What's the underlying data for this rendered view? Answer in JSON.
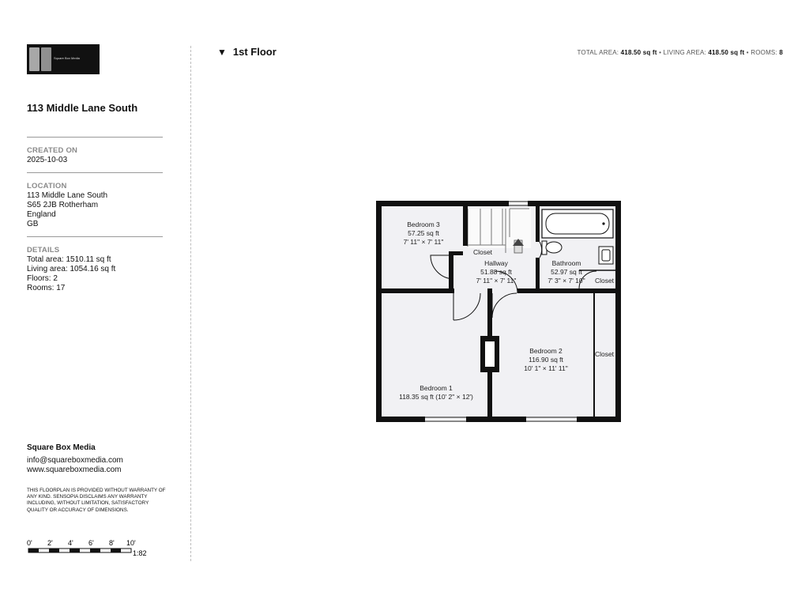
{
  "sidebar": {
    "logo_text": "Square Box Media",
    "address_title": "113 Middle Lane South",
    "created": {
      "label": "CREATED ON",
      "value": "2025-10-03"
    },
    "location": {
      "label": "LOCATION",
      "lines": [
        "113 Middle Lane South",
        "S65 2JB Rotherham",
        "England",
        "GB"
      ]
    },
    "details": {
      "label": "DETAILS",
      "lines": [
        "Total area: 1510.11 sq ft",
        "Living area: 1054.16 sq ft",
        "Floors: 2",
        "Rooms: 17"
      ]
    },
    "company": {
      "name": "Square Box Media",
      "email": "info@squareboxmedia.com",
      "website": "www.squareboxmedia.com"
    },
    "disclaimer": "THIS FLOORPLAN IS PROVIDED WITHOUT WARRANTY OF ANY KIND. SENSOPIA DISCLAIMS ANY WARRANTY INCLUDING, WITHOUT LIMITATION, SATISFACTORY QUALITY OR ACCURACY OF DIMENSIONS.",
    "scale": {
      "ticks": [
        "0'",
        "2'",
        "4'",
        "6'",
        "8'",
        "10'"
      ],
      "ratio": "1:82"
    }
  },
  "header": {
    "floor_toggle": "▼",
    "floor_name": "1st Floor",
    "total_area_label": "TOTAL AREA:",
    "total_area_value": "418.50 sq ft",
    "living_area_label": "LIVING AREA:",
    "living_area_value": "418.50 sq ft",
    "rooms_label": "ROOMS:",
    "rooms_value": "8",
    "separator": "•"
  },
  "rooms": {
    "bedroom3": {
      "name": "Bedroom 3",
      "area": "57.25 sq ft",
      "dims": "7' 11\" × 7' 11\""
    },
    "hallway": {
      "name": "Hallway",
      "area": "51.88 sq ft",
      "dims": "7' 11\" × 7' 11\""
    },
    "bathroom": {
      "name": "Bathroom",
      "area": "52.97 sq ft",
      "dims": "7' 3\" × 7' 10\""
    },
    "bedroom2": {
      "name": "Bedroom 2",
      "area": "116.90 sq ft",
      "dims": "10' 1\" × 11' 11\""
    },
    "bedroom1": {
      "name": "Bedroom 1",
      "area_dims": "118.35 sq ft (10' 2\" × 12')"
    },
    "closet_hall": "Closet",
    "closet_bath": "Closet",
    "closet_bed2": "Closet"
  }
}
